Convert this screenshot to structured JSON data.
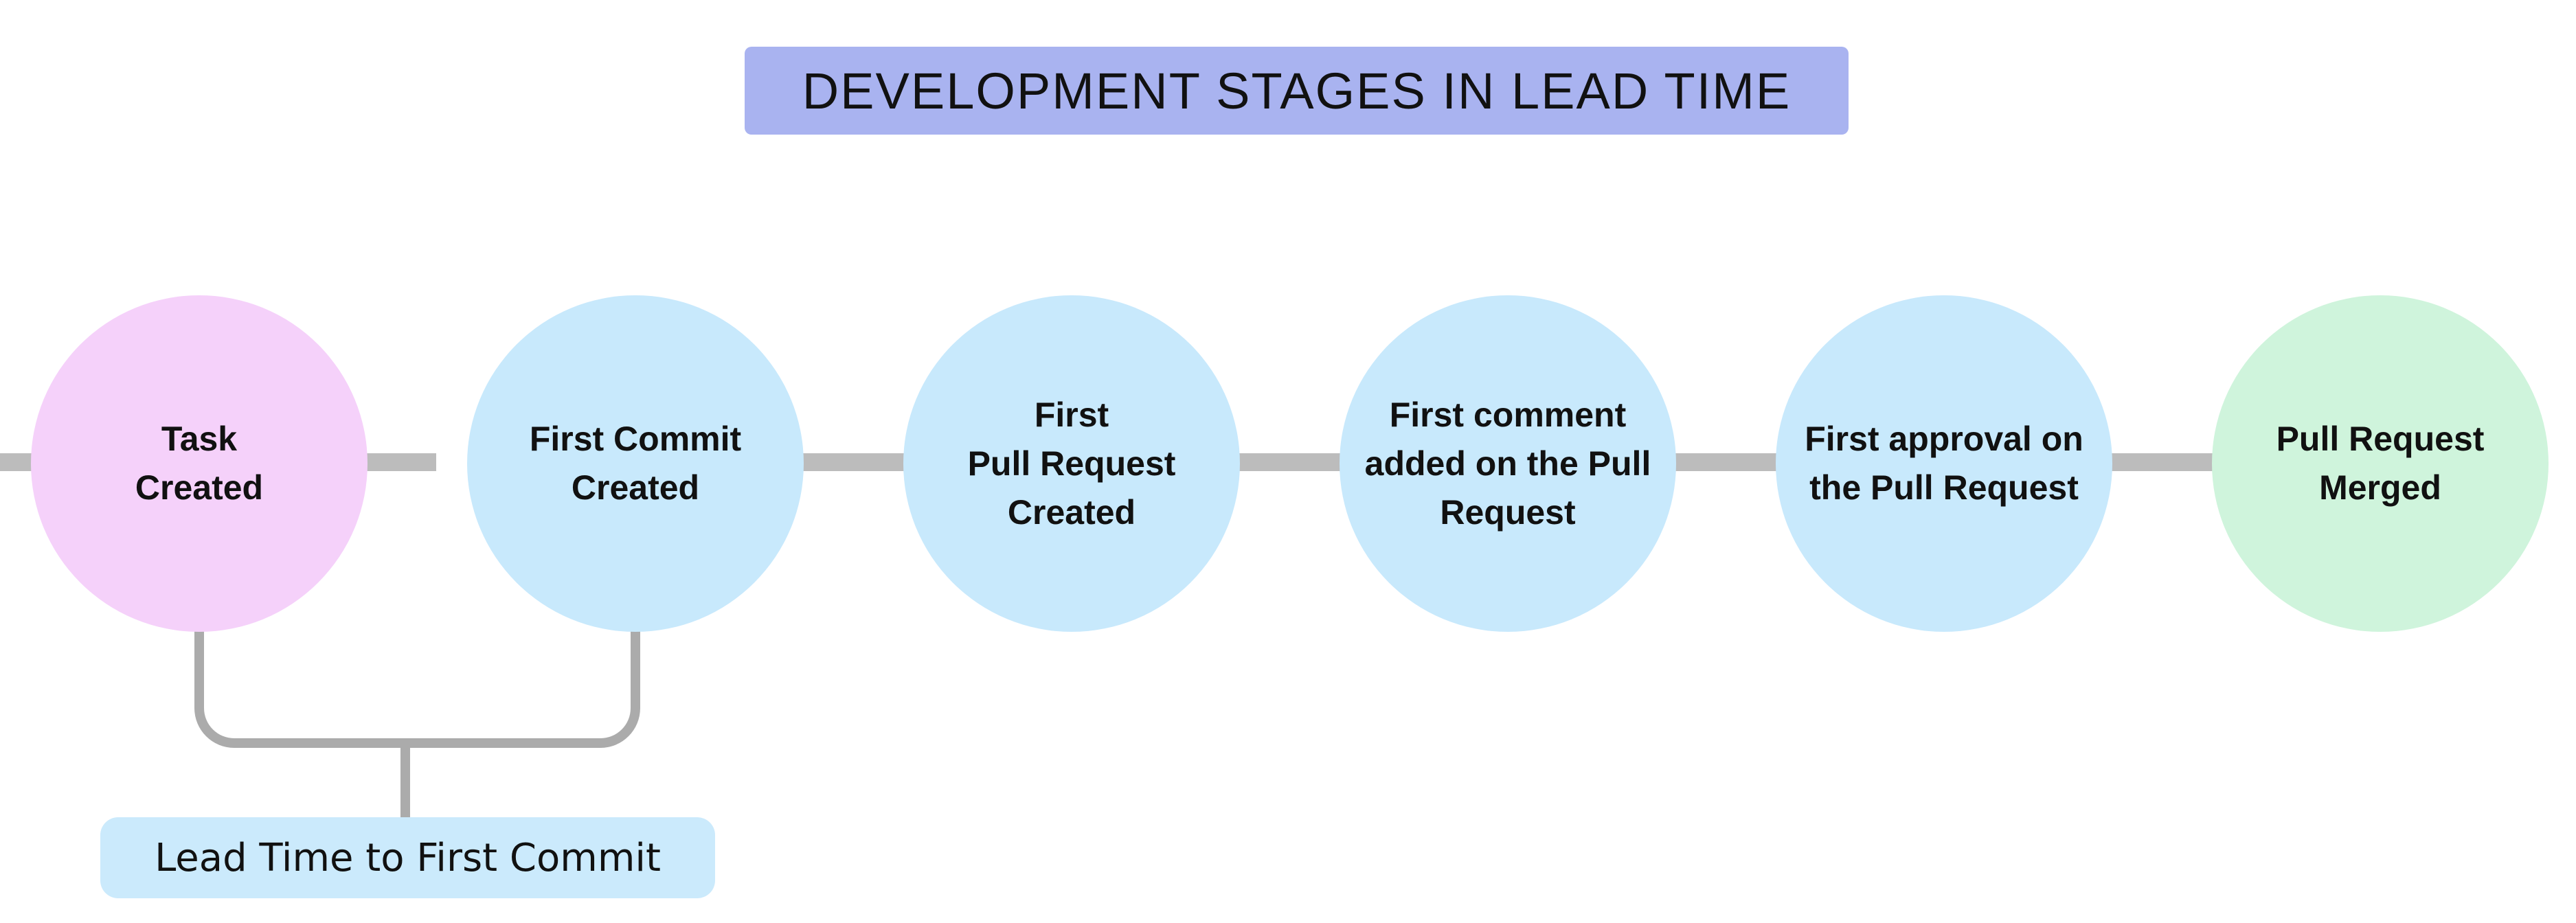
{
  "title": {
    "text": "DEVELOPMENT STAGES IN LEAD TIME"
  },
  "colors": {
    "title_bg": "#a9b3f0",
    "stage_blue": "#c8e9fc",
    "stage_start_pink": "#f5d1fa",
    "stage_end_green": "#cff4dc",
    "connector_gray": "#bcbcbc",
    "bracket_gray": "#ababab",
    "annotation_bg": "#cbeafc",
    "text": "#111111"
  },
  "stages": [
    {
      "id": "task-created",
      "lines": [
        "Task",
        "Created"
      ],
      "color": "#f5d1fa"
    },
    {
      "id": "first-commit-created",
      "lines": [
        "First Commit",
        "Created"
      ],
      "color": "#c8e9fc"
    },
    {
      "id": "first-pull-request-created",
      "lines": [
        "First",
        "Pull Request",
        "Created"
      ],
      "color": "#c8e9fc"
    },
    {
      "id": "first-comment-added",
      "lines": [
        "First comment",
        "added on the Pull",
        "Request"
      ],
      "color": "#c8e9fc"
    },
    {
      "id": "first-approval",
      "lines": [
        "First approval on",
        "the Pull Request"
      ],
      "color": "#c8e9fc"
    },
    {
      "id": "pull-request-merged",
      "lines": [
        "Pull Request",
        "Merged"
      ],
      "color": "#cff4dc"
    }
  ],
  "annotation": {
    "label": "Lead Time to First Commit",
    "color": "#cbeafc"
  }
}
